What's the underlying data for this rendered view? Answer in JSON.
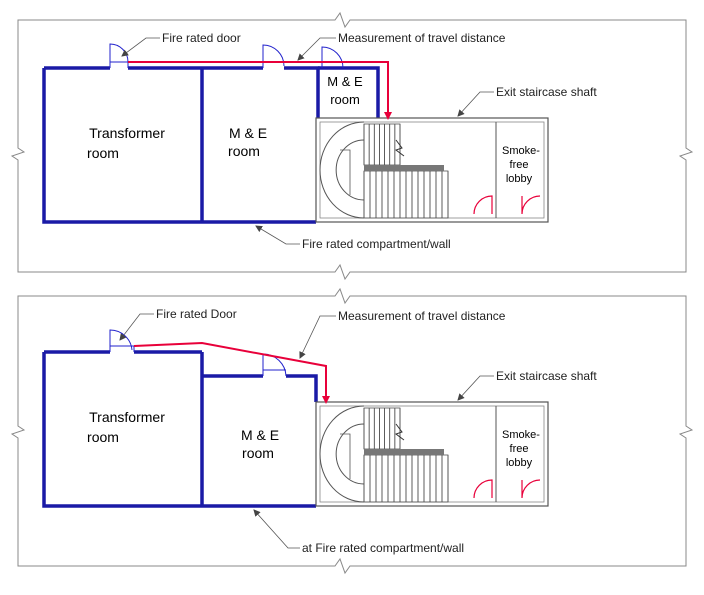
{
  "colors": {
    "wall": "#1a1aa6",
    "door": "#2222cc",
    "route": "#e8003a",
    "outline": "#888888",
    "stair": "#333333",
    "leader": "#555555",
    "lobby_door": "#e8003a"
  },
  "top": {
    "fire_door_label": "Fire rated door",
    "travel_label": "Measurement of travel distance",
    "stair_shaft_label": "Exit staircase shaft",
    "wall_label": "Fire rated compartment/wall",
    "transformer_line1": "Transformer",
    "transformer_line2": "room",
    "me_line1": "M & E",
    "me_line2": "room",
    "me_small_line1": "M & E",
    "me_small_line2": "room",
    "lobby_line1": "Smoke-",
    "lobby_line2": "free",
    "lobby_line3": "lobby"
  },
  "bottom": {
    "fire_door_label": "Fire rated Door",
    "travel_label": "Measurement of travel distance",
    "stair_shaft_label": "Exit staircase shaft",
    "wall_label": "at Fire rated compartment/wall",
    "transformer_line1": "Transformer",
    "transformer_line2": "room",
    "me_line1": "M & E",
    "me_line2": "room",
    "lobby_line1": "Smoke-",
    "lobby_line2": "free",
    "lobby_line3": "lobby"
  }
}
